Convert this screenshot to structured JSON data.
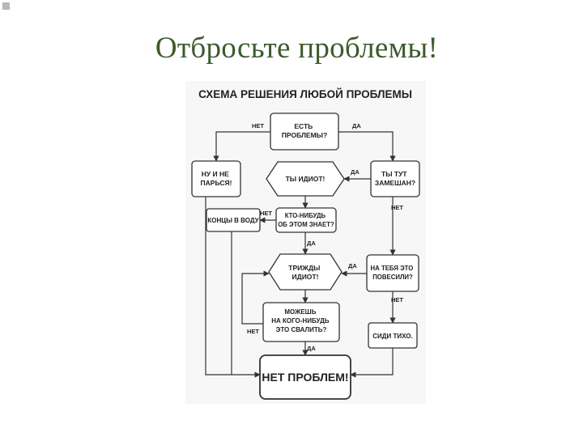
{
  "slide": {
    "title": "Отбросьте проблемы!"
  },
  "diagram": {
    "heading": "СХЕМА РЕШЕНИЯ ЛЮБОЙ ПРОБЛЕМЫ",
    "nodes": {
      "has_problems": [
        "ЕСТЬ",
        "ПРОБЛЕМЫ?"
      ],
      "dont_worry": [
        "НУ И НЕ",
        "ПАРЬСЯ!"
      ],
      "you_idiot": [
        "ТЫ ИДИОТ!"
      ],
      "involved": [
        "ТЫ ТУТ",
        "ЗАМЕШАН?"
      ],
      "hide": [
        "КОНЦЫ В ВОДУ"
      ],
      "anyone_knows": [
        "КТО-НИБУДЬ",
        "ОБ ЭТОМ ЗНАЕТ?"
      ],
      "triple_idiot": [
        "ТРИЖДЫ",
        "ИДИОТ!"
      ],
      "blamed": [
        "НА ТЕБЯ ЭТО",
        "ПОВЕСИЛИ?"
      ],
      "can_blame": [
        "МОЖЕШЬ",
        "НА КОГО-НИБУДЬ",
        "ЭТО СВАЛИТЬ?"
      ],
      "sit_quiet": [
        "СИДИ ТИХО."
      ],
      "no_problem": [
        "НЕТ ПРОБЛЕМ!"
      ]
    },
    "edge_labels": {
      "no_top": "НЕТ",
      "yes_top": "ДА",
      "yes_idiot": "ДА",
      "no_involved": "НЕТ",
      "no_hide": "НЕТ",
      "yes_knows": "ДА",
      "yes_triple": "ДА",
      "no_blamed": "НЕТ",
      "no_can_blame": "НЕТ",
      "yes_can_blame": "ДА"
    }
  }
}
